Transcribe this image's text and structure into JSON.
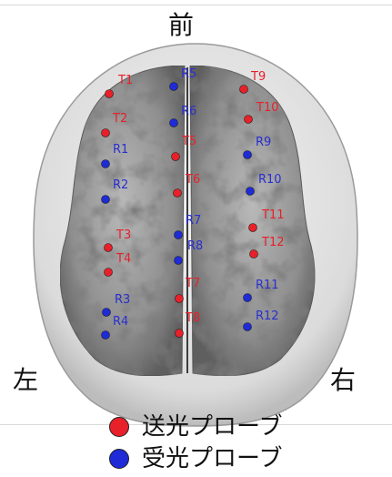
{
  "labels": {
    "front": "前",
    "left": "左",
    "right": "右"
  },
  "legend": {
    "emitter_label": "送光プローブ",
    "receiver_label": "受光プローブ"
  },
  "colors": {
    "emitter": "#e8202a",
    "receiver": "#1e2bd6",
    "emitter_text": "#e8202a",
    "receiver_text": "#2a2fd0"
  },
  "probes": {
    "emitters": [
      "T1",
      "T2",
      "T3",
      "T4",
      "T5",
      "T6",
      "T7",
      "T8",
      "T9",
      "T10",
      "T11",
      "T12"
    ],
    "receivers": [
      "R1",
      "R2",
      "R3",
      "R4",
      "R5",
      "R6",
      "R7",
      "R8",
      "R9",
      "R10",
      "R11",
      "R12"
    ]
  }
}
